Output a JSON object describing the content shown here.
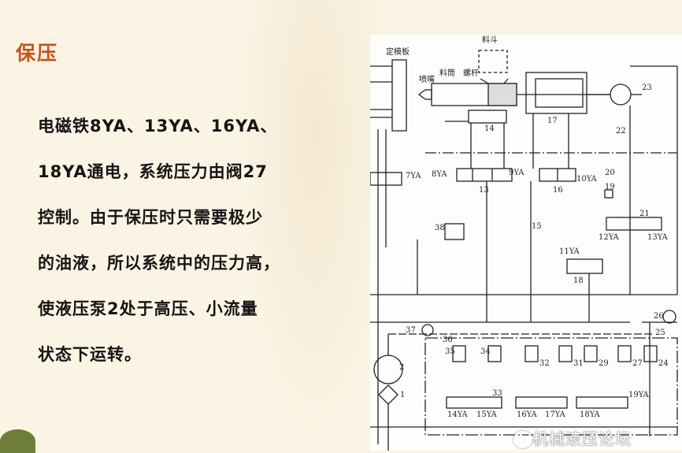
{
  "slide": {
    "title": "保压",
    "body_lines": [
      "电磁铁8YA、13YA、16YA、",
      "18YA通电，系统压力由阀27",
      "控制。由于保压时只需要极少",
      "的油液，所以系统中的压力高，",
      "使液压泵2处于高压、小流量",
      "状态下运转。"
    ]
  },
  "diagram": {
    "labels": {
      "fixed_platen": "定模板",
      "nozzle": "喷嘴",
      "barrel": "料筒",
      "screw": "螺杆",
      "hopper": "料斗",
      "c1": "1",
      "c2": "2",
      "c13": "13",
      "c14": "14",
      "c15": "15",
      "c16": "16",
      "c17": "17",
      "c18": "18",
      "c19": "19",
      "c20": "20",
      "c21": "21",
      "c22": "22",
      "c23": "23",
      "c24": "24",
      "c25": "25",
      "c26": "26",
      "c27": "27",
      "c29": "29",
      "c31": "31",
      "c32": "32",
      "c33": "33",
      "c34": "34",
      "c35": "35",
      "c36": "36",
      "c37": "37",
      "c38": "38",
      "y7": "7YA",
      "y8": "8YA",
      "y9": "9YA",
      "y10": "10YA",
      "y11": "11YA",
      "y12": "12YA",
      "y13": "13YA",
      "y14": "14YA",
      "y15": "15YA",
      "y16": "16YA",
      "y17": "17YA",
      "y18": "18YA",
      "y19": "19YA"
    }
  },
  "watermark": "机械液压论坛"
}
